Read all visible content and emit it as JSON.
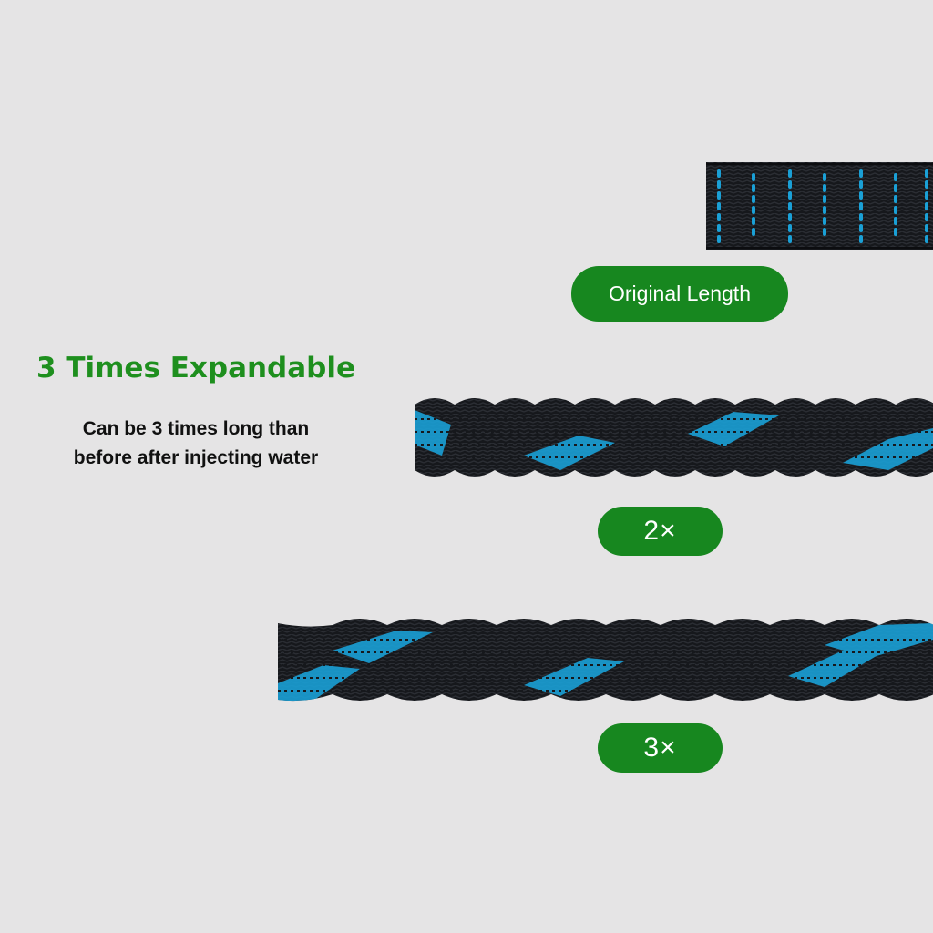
{
  "headline": "3 Times Expandable",
  "subtext": {
    "line1": "Can be 3 times long than",
    "line2": "before after injecting water"
  },
  "badges": {
    "original": "Original Length",
    "two": "2×",
    "three": "3×"
  },
  "colors": {
    "background": "#e5e4e5",
    "accent_green": "#17871f",
    "headline_green": "#1e8f1e",
    "hose_black": "#16181c",
    "hose_blue": "#1aa0d6"
  }
}
